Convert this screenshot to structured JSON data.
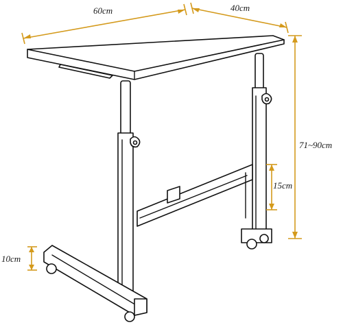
{
  "dimensions": {
    "width_label": "60cm",
    "depth_label": "40cm",
    "height_label": "71~90cm",
    "crossbar_label": "15cm",
    "base_label": "10cm"
  },
  "colors": {
    "dimension_line": "#d49a1c",
    "outline": "#111111",
    "background": "#ffffff"
  }
}
